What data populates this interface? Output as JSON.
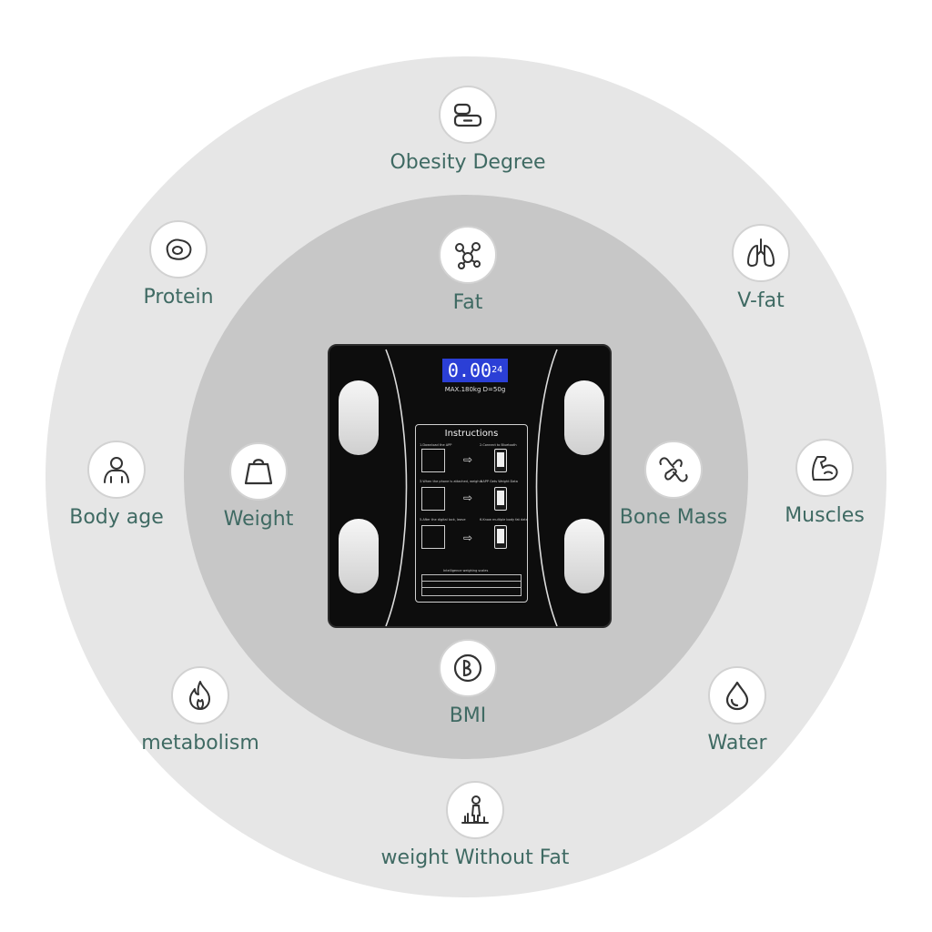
{
  "features": [
    {
      "id": "obesity-degree",
      "label": "Obesity Degree",
      "icon": "obesity-degree-icon"
    },
    {
      "id": "fat",
      "label": "Fat",
      "icon": "fat-molecule-icon"
    },
    {
      "id": "v-fat",
      "label": "V-fat",
      "icon": "lungs-icon"
    },
    {
      "id": "protein",
      "label": "Protein",
      "icon": "protein-icon"
    },
    {
      "id": "weight",
      "label": "Weight",
      "icon": "weight-icon"
    },
    {
      "id": "bone-mass",
      "label": "Bone Mass",
      "icon": "bone-icon"
    },
    {
      "id": "body-age",
      "label": "Body age",
      "icon": "person-icon"
    },
    {
      "id": "muscles",
      "label": "Muscles",
      "icon": "muscle-arm-icon"
    },
    {
      "id": "bmi",
      "label": "BMI",
      "icon": "bmi-icon"
    },
    {
      "id": "metabolism",
      "label": "metabolism",
      "icon": "flame-icon"
    },
    {
      "id": "water",
      "label": "Water",
      "icon": "water-drop-icon"
    },
    {
      "id": "weight-without-fat",
      "label": "weight Without Fat",
      "icon": "body-silhouette-icon"
    }
  ],
  "scale": {
    "display_value": "0.00",
    "display_sub": "24",
    "max_line": "MAX.180kg    D=50g",
    "instructions_title": "Instructions",
    "steps": {
      "s1": "1.Download the APP",
      "s2": "2.Connect to Bluetooth",
      "s3": "3.When the phone is attached, weigh it",
      "s4": "4.APP Gets Weight Data",
      "s5": "5.After the digital lock, leave",
      "s6": "6.Know multiple body fat data"
    },
    "table_title": "Intelligence weighing scales"
  },
  "colors": {
    "outer_ring": "#e6e6e6",
    "inner_ring": "#c7c7c7",
    "label_text": "#3f6a63",
    "lcd_background": "#2b3fd6",
    "scale_body": "#0d0d0d"
  }
}
